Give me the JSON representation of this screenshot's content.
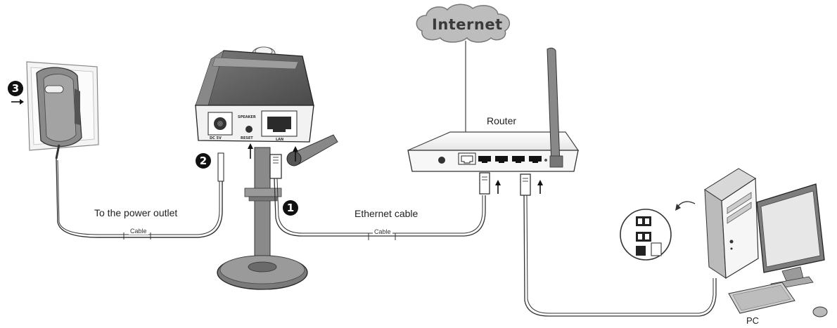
{
  "diagram": {
    "cloud_label": "Internet",
    "router_label": "Router",
    "pc_label": "PC",
    "power_label": "To the power outlet",
    "ethernet_label": "Ethernet cable",
    "cable_tag_power": "Cable",
    "cable_tag_ethernet": "Cable",
    "steps": [
      "1",
      "2",
      "3"
    ],
    "camera_port_labels": {
      "dc": "DC 5V",
      "speaker": "SPEAKER",
      "reset": "RESET",
      "lan": "LAN"
    }
  }
}
